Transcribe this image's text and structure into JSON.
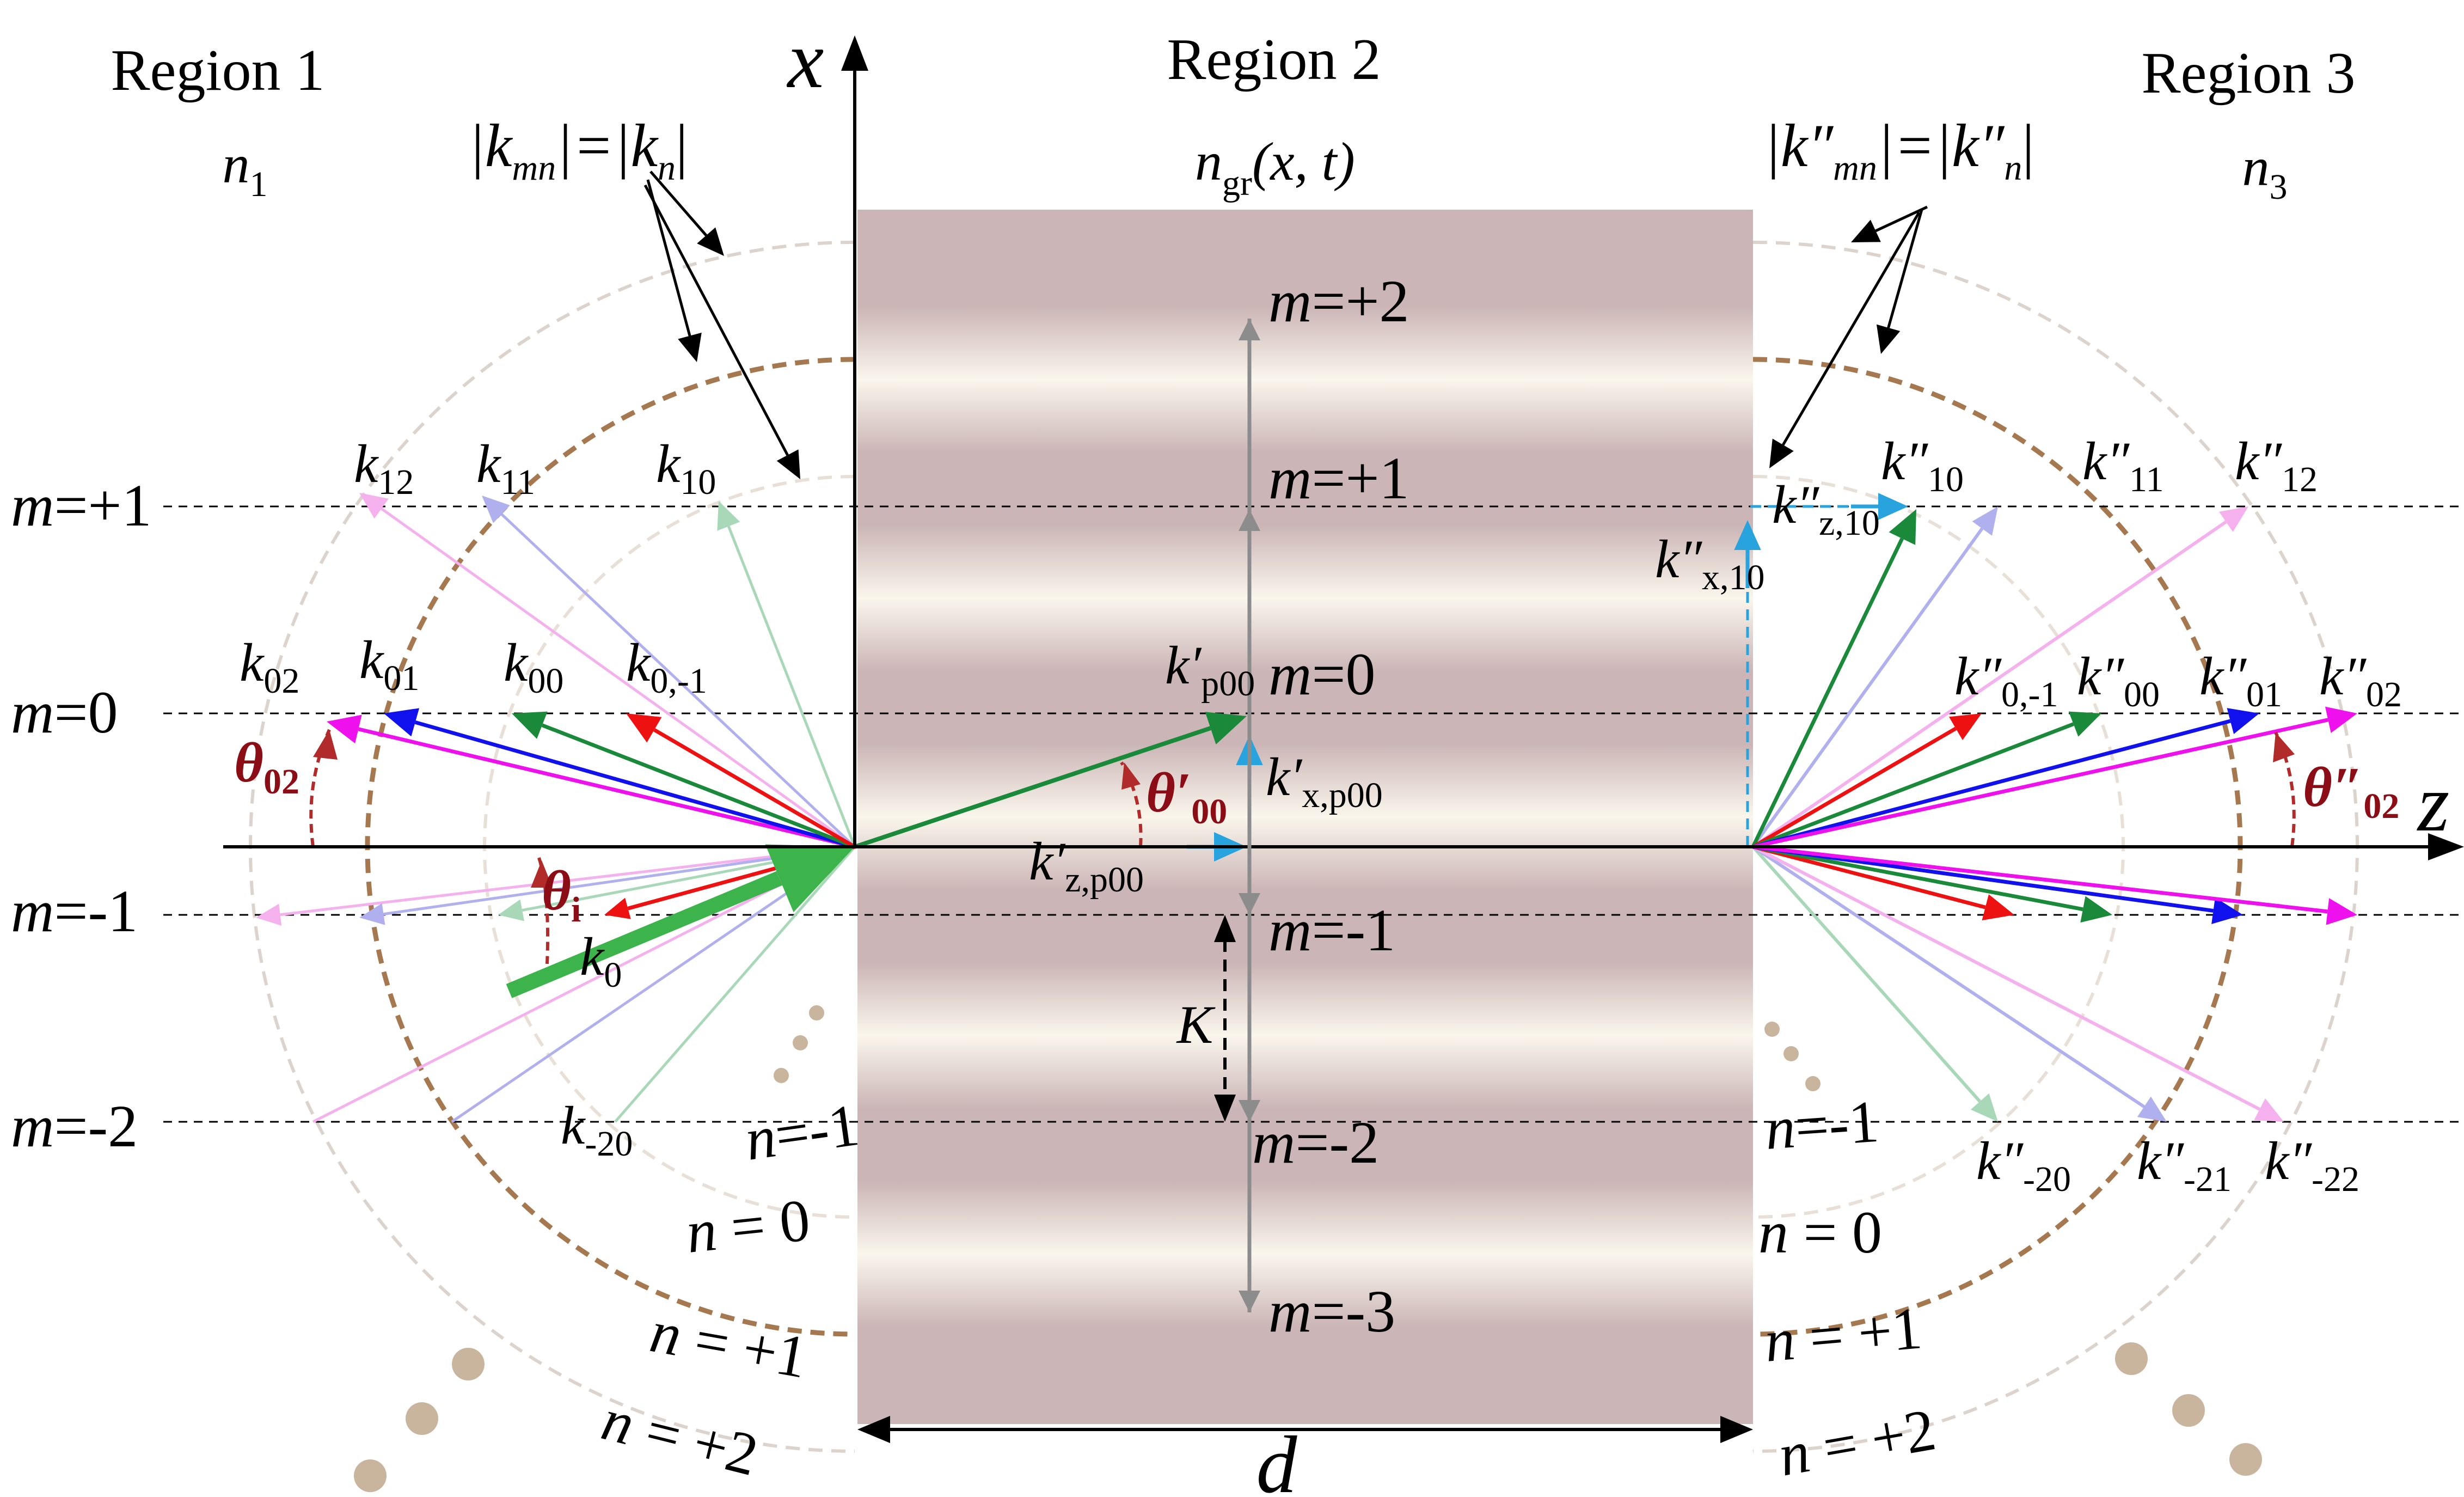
{
  "regions": [
    {
      "title": "Region 1",
      "index": "n",
      "index_sub": "1"
    },
    {
      "title": "Region 2",
      "index": "n",
      "index_sub": "gr",
      "index_args": "(x, t)"
    },
    {
      "title": "Region 3",
      "index": "n",
      "index_sub": "3"
    }
  ],
  "axes": {
    "x": "x",
    "z": "z"
  },
  "equations": {
    "left": {
      "lhs": "|k",
      "lhs_sub": "mn",
      "mid": "|=|k",
      "rhs_sub": "n",
      "end": "|"
    },
    "right": {
      "lhs": "|k″",
      "lhs_sub": "mn",
      "mid": "|=|k″",
      "rhs_sub": "n",
      "end": "|"
    }
  },
  "m_lines": [
    {
      "label": "m=+1",
      "side": "left"
    },
    {
      "label": "m=0",
      "side": "left"
    },
    {
      "label": "m=-1",
      "side": "left"
    },
    {
      "label": "m=-2",
      "side": "left"
    }
  ],
  "center_m_labels": [
    "m=+2",
    "m=+1",
    "m=0",
    "m=-1",
    "m=-2",
    "m=-3"
  ],
  "n_labels_left": [
    "n=-1",
    "n = 0",
    "n = +1",
    "n = +2"
  ],
  "n_labels_right": [
    "n=-1",
    "n = 0",
    "n = +1",
    "n = +2"
  ],
  "k_left": [
    {
      "main": "k",
      "sub": "12"
    },
    {
      "main": "k",
      "sub": "11"
    },
    {
      "main": "k",
      "sub": "10"
    },
    {
      "main": "k",
      "sub": "02"
    },
    {
      "main": "k",
      "sub": "01"
    },
    {
      "main": "k",
      "sub": "00"
    },
    {
      "main": "k",
      "sub": "0,-1"
    },
    {
      "main": "k",
      "sub": "0"
    },
    {
      "main": "k",
      "sub": "-20"
    }
  ],
  "k_center": [
    {
      "main": "k′",
      "sub": "p00"
    },
    {
      "main": "k′",
      "sub": "x,p00"
    },
    {
      "main": "k′",
      "sub": "z,p00"
    }
  ],
  "k_right": [
    {
      "main": "k″",
      "sub": "10"
    },
    {
      "main": "k″",
      "sub": "11"
    },
    {
      "main": "k″",
      "sub": "12"
    },
    {
      "main": "k″",
      "sub": "z,10"
    },
    {
      "main": "k″",
      "sub": "x,10"
    },
    {
      "main": "k″",
      "sub": "0,-1"
    },
    {
      "main": "k″",
      "sub": "00"
    },
    {
      "main": "k″",
      "sub": "01"
    },
    {
      "main": "k″",
      "sub": "02"
    },
    {
      "main": "k″",
      "sub": "-20"
    },
    {
      "main": "k″",
      "sub": "-21"
    },
    {
      "main": "k″",
      "sub": "-22"
    }
  ],
  "angles": [
    {
      "main": "θ",
      "sub": "02"
    },
    {
      "main": "θ",
      "sub": "i"
    },
    {
      "main": "θ′",
      "sub": "00"
    },
    {
      "main": "θ″",
      "sub": "02"
    }
  ],
  "grating_period": "K",
  "thickness": "d",
  "colors": {
    "n0": "#e8e0d6",
    "n1": "#a5784f",
    "n2": "#dcd4cc",
    "k0": "#3cb44b",
    "order_neg1": "#ee1111",
    "order_0": "#1a8a3a",
    "order_1": "#1111ee",
    "order_2": "#ee11ee",
    "pale_green": "#a8d8b8",
    "pale_blue": "#b0b0ee",
    "pale_pink": "#f5b0ee",
    "tangential": "#29a3dd",
    "center_axis": "#8c8c8c",
    "theta": "#b22b2b",
    "grating_dark": "#cbb5b6",
    "grating_light": "#faf6ec"
  }
}
